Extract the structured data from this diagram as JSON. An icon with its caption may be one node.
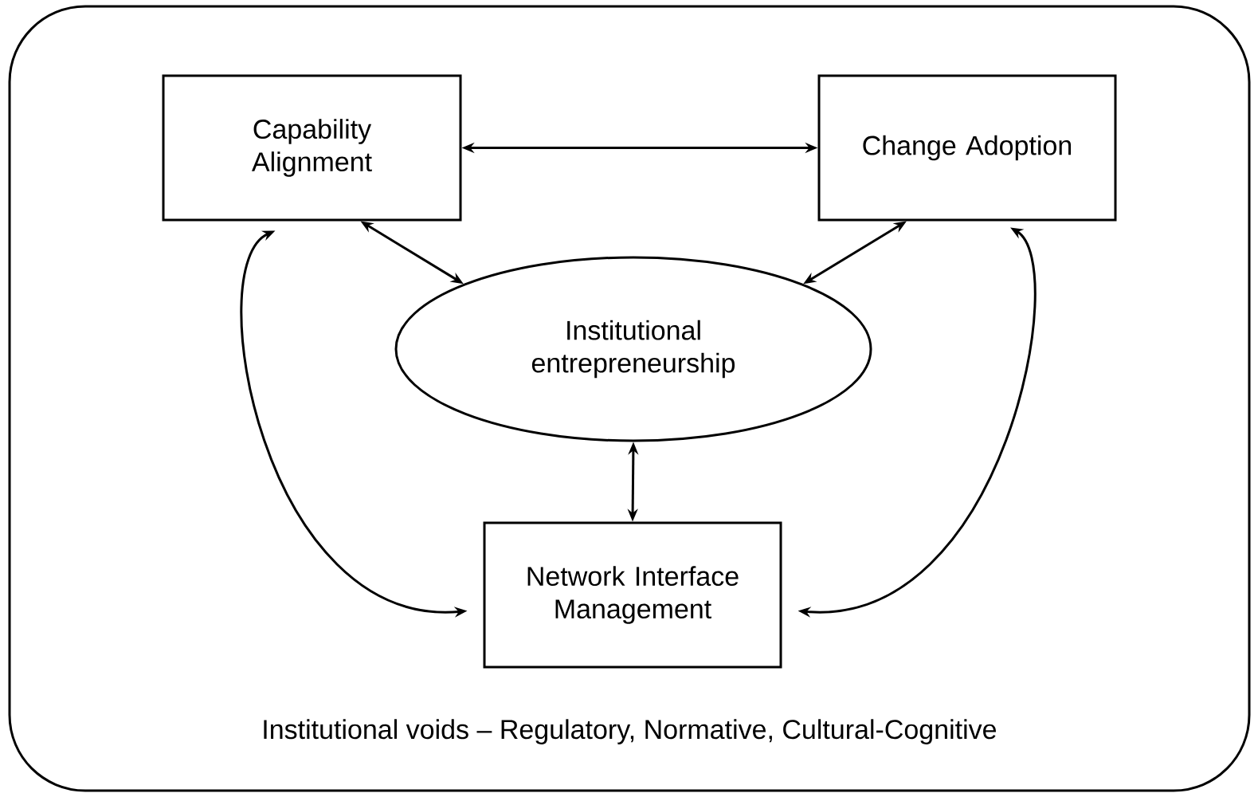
{
  "diagram": {
    "nodes": [
      {
        "text": [
          "Institutional voids – Regulatory, Normative, Cultural-Cognitive"
        ]
      },
      {
        "text": [
          "Capability Alignment"
        ],
        "in": 0
      },
      {
        "text": [
          "Change Adoption"
        ],
        "in": 0
      },
      {
        "text": [
          "Institutional entrepreneurship"
        ],
        "in": 0
      },
      {
        "text": [
          "Network Interface Management"
        ],
        "in": 0
      }
    ],
    "edges": [
      {
        "from": 1,
        "to": 2,
        "arrow": "both"
      },
      {
        "from": 1,
        "to": 3,
        "arrow": "both"
      },
      {
        "from": 2,
        "to": 3,
        "arrow": "both"
      },
      {
        "from": 3,
        "to": 4,
        "arrow": "both"
      },
      {
        "from": 1,
        "to": 4,
        "arrow": "both"
      },
      {
        "from": 2,
        "to": 4,
        "arrow": "both"
      }
    ]
  }
}
